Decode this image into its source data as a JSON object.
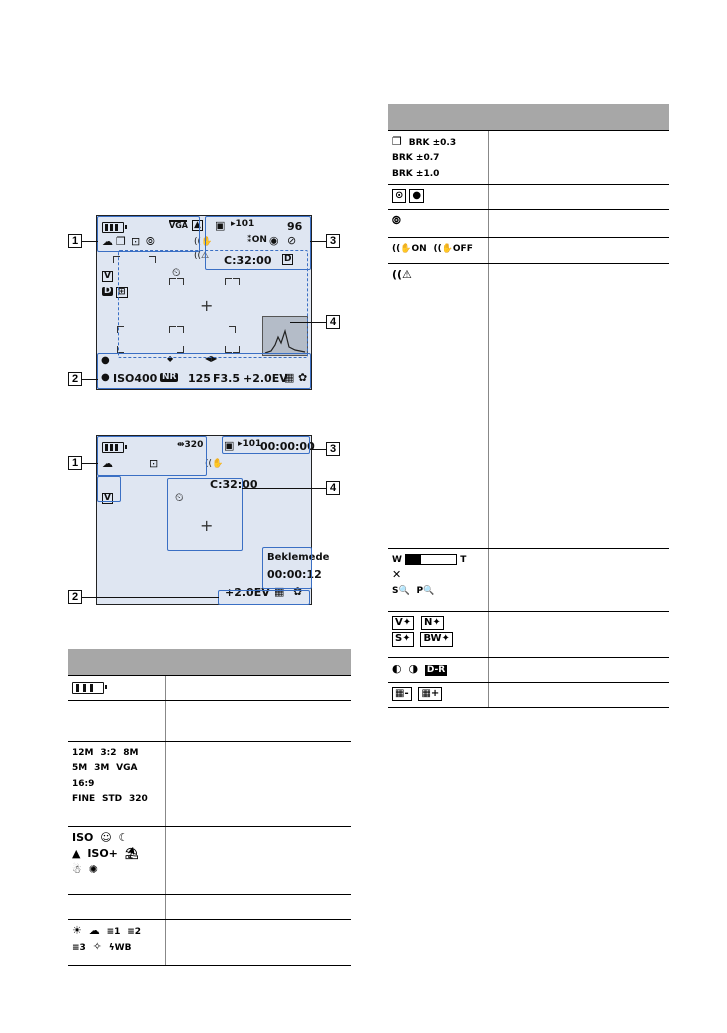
{
  "colors": {
    "lcd_bg": "#dfe6f2",
    "frame": "#3a6fc4",
    "table_header": "#a7a7a7"
  },
  "still_screen": {
    "callouts": [
      "1",
      "2",
      "3",
      "4"
    ],
    "image_size": "VGA",
    "folder": "101",
    "remaining": "96",
    "flash_on": "ON",
    "rec_time": "C:32:00",
    "iso": "ISO400",
    "nr": "NR",
    "shutter": "125",
    "aperture": "F3.5",
    "ev": "+2.0EV",
    "battery_level_bars": 3
  },
  "movie_screen": {
    "callouts": [
      "1",
      "2",
      "3",
      "4"
    ],
    "movie_size": "320",
    "folder": "101",
    "counter": "00:00:00",
    "rec_time": "C:32:00",
    "standby": "Beklemede",
    "elapsed": "00:00:12",
    "ev": "+2.0EV"
  },
  "table_left": {
    "rows": [
      {
        "name": "battery-row",
        "icons": [
          "battery-icon"
        ]
      },
      {
        "name": "blank-row",
        "icons": []
      },
      {
        "name": "image-size-row",
        "labels": [
          "12M",
          "3:2",
          "8M",
          "5M",
          "3M",
          "VGA",
          "16:9",
          "FINE",
          "STD",
          "320"
        ]
      },
      {
        "name": "scene-row",
        "labels": [
          "ISO",
          "ISO+"
        ],
        "icons": [
          "twilight-portrait-icon",
          "twilight-icon",
          "landscape-icon",
          "beach-icon",
          "snow-icon",
          "fireworks-icon"
        ]
      },
      {
        "name": "blank-row-2",
        "icons": []
      },
      {
        "name": "white-balance-row",
        "labels": [
          "1",
          "2",
          "3",
          "WB"
        ]
      }
    ]
  },
  "table_right": {
    "rows": [
      {
        "name": "bracket-row",
        "labels": [
          "BRK ±0.3",
          "BRK ±0.7",
          "BRK ±1.0"
        ]
      },
      {
        "name": "metering-row",
        "icons": [
          "multi-metering-icon",
          "spot-metering-icon"
        ]
      },
      {
        "name": "face-row",
        "icons": [
          "face-detection-icon"
        ]
      },
      {
        "name": "steadyshot-row",
        "labels": [
          "ON",
          "OFF"
        ]
      },
      {
        "name": "shake-warning-row",
        "icons": [
          "shake-warning-icon"
        ]
      },
      {
        "name": "zoom-row",
        "labels": [
          "W",
          "T",
          "S",
          "P"
        ],
        "zoom_fraction": 0.3
      },
      {
        "name": "color-mode-row",
        "labels": [
          "V",
          "N",
          "S",
          "BW"
        ]
      },
      {
        "name": "dro-row",
        "labels": [
          "D-R"
        ]
      },
      {
        "name": "contrast-row",
        "labels": [
          "-",
          "+"
        ]
      }
    ]
  }
}
